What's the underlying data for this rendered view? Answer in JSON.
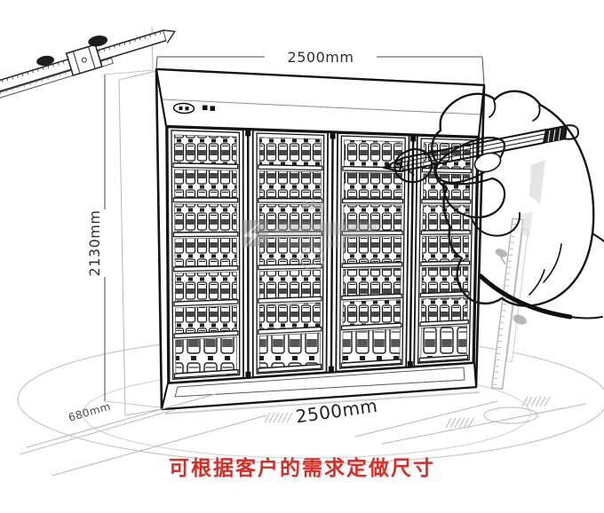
{
  "product_sketch": {
    "subject": "hand-drawn four-door upright beverage display cooler",
    "door_count": 4,
    "shelf_rows_per_door": 7
  },
  "dimensions": {
    "top_width_label": "2500mm",
    "height_label": "2130mm",
    "depth_label": "680mm",
    "bottom_width_label": "2500mm"
  },
  "caption": {
    "text": "可根据客户的需求定做尺寸",
    "color": "#dd2a22"
  },
  "icons": {
    "caliper": "vernier-caliper-sketch",
    "ruler": "vertical-ruler-sketch",
    "hand": "hand-holding-pencil",
    "watermark": "watermark-logo",
    "controller": "temperature-controller"
  },
  "colors": {
    "background": "#ffffff",
    "line_art": "#141414",
    "faint_sketch": "#c6c6c6",
    "watermark_gray": "#9b9b9b",
    "dimension_text": "#2f2f2f",
    "caption_red": "#dd2a22"
  }
}
